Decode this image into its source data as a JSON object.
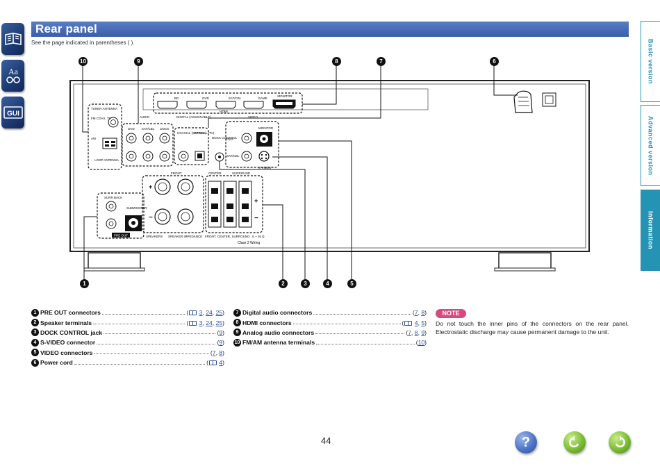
{
  "header": {
    "title": "Rear panel",
    "subtitle": "See the page indicated in parentheses ( )."
  },
  "side_icons": [
    "book-icon",
    "aa-icon",
    "gui-icon"
  ],
  "side_icon_labels": {
    "aa": "Aa",
    "gui": "GUI"
  },
  "tabs": [
    {
      "label": "Basic version"
    },
    {
      "label": "Advanced version"
    },
    {
      "label": "Information"
    }
  ],
  "diagram": {
    "callouts_top": [
      "10",
      "9",
      "8",
      "7",
      "6"
    ],
    "callouts_bottom": [
      "1",
      "2",
      "3",
      "4",
      "5"
    ],
    "labels": {
      "hdmi": "HDMI",
      "monitor": "MONITOR",
      "bd": "BD",
      "dvd": "DVD",
      "satcbl": "SAT/CBL",
      "game": "GAME",
      "tuner_antenna": "TUNER ANTENNA",
      "fm_coax": "FM COAX. 75 Ω",
      "am": "AM",
      "loop_antenna": "LOOP ANTENNA",
      "audio": "AUDIO",
      "digital_assignable": "DIGITAL (ASSIGNABLE)",
      "coaxial": "COAXIAL (SAT/CBL)",
      "optical": "OPTICAL (TV)",
      "dock_control": "DOCK CONTROL",
      "video": "VIDEO",
      "svideo": "S-VIDEO",
      "surr_back": "SURR BACK",
      "subwoofer": "SUBWOOFER",
      "pre_out": "PRE OUT",
      "front": "FRONT",
      "center": "CENTER",
      "surround": "SURROUND",
      "speakers": "SPEAKERS",
      "impedance": "SPEAKER IMPEDANCE : FRONT, CENTER, SURROUND : 6 ~ 16 Ω",
      "class2": "Class 2 Wiring",
      "in": "IN",
      "out": "OUT",
      "dock": "DOCK"
    }
  },
  "legend_left": [
    {
      "num": "1",
      "label": "PRE OUT connectors",
      "refs_prefix": "(",
      "book": true,
      "refs": [
        "3",
        "24",
        "25"
      ],
      "refs_suffix": ")"
    },
    {
      "num": "2",
      "label": "Speaker terminals",
      "refs_prefix": "(",
      "book": true,
      "refs": [
        "3",
        "24",
        "25"
      ],
      "refs_suffix": ")"
    },
    {
      "num": "3",
      "label": "DOCK CONTROL jack",
      "refs_prefix": "(",
      "book": false,
      "refs": [
        "9"
      ],
      "refs_suffix": ")"
    },
    {
      "num": "4",
      "label": "S-VIDEO connector",
      "refs_prefix": "(",
      "book": false,
      "refs": [
        "9"
      ],
      "refs_suffix": ")"
    },
    {
      "num": "5",
      "label": "VIDEO connectors",
      "refs_prefix": "(",
      "book": false,
      "refs": [
        "7",
        "8"
      ],
      "refs_suffix": ")"
    },
    {
      "num": "6",
      "label": "Power cord",
      "refs_prefix": "(",
      "book": true,
      "refs": [
        "4"
      ],
      "refs_suffix": ")"
    }
  ],
  "legend_right": [
    {
      "num": "7",
      "label": "Digital audio connectors",
      "refs_prefix": "(",
      "book": false,
      "refs": [
        "7",
        "8"
      ],
      "refs_suffix": ")"
    },
    {
      "num": "8",
      "label": "HDMI connectors",
      "refs_prefix": "(",
      "book": true,
      "refs": [
        "4",
        "5"
      ],
      "refs_suffix": ")"
    },
    {
      "num": "9",
      "label": "Analog audio connectors",
      "refs_prefix": "(",
      "book": false,
      "refs": [
        "7",
        "8",
        "9"
      ],
      "refs_suffix": ")"
    },
    {
      "num": "10",
      "label": "FM/AM antenna terminals",
      "refs_prefix": "(",
      "book": false,
      "refs": [
        "10"
      ],
      "refs_suffix": ")"
    }
  ],
  "note": {
    "badge": "NOTE",
    "text": "Do not touch the inner pins of the connectors on the rear panel. Electrostatic discharge may cause permanent damage to the unit."
  },
  "page_number": "44",
  "nav": {
    "help": "?"
  },
  "colors": {
    "header_blue": "#3a5ea8",
    "tab_teal": "#2594b4",
    "note_pink": "#d64a7e",
    "link_blue": "#2a4fa0"
  }
}
